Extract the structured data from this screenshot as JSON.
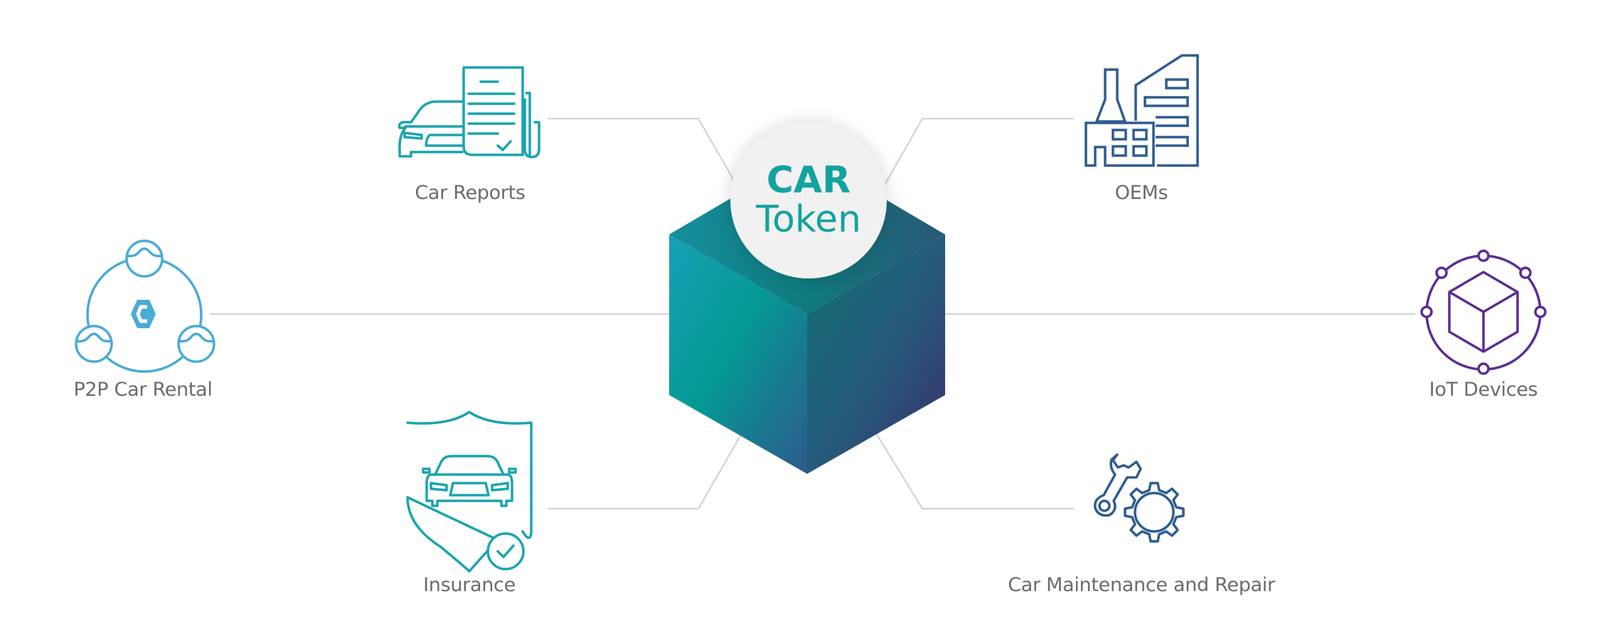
{
  "center": {
    "title_bold": "CAR",
    "title_regular": "Token",
    "text_color": "#13a39f",
    "circle_color": "#f1f1f1",
    "cube_colors": {
      "left_light": "#18a0b8",
      "mid_teal": "#049a93",
      "right_dark": "#3b2f6e",
      "bottom_blue": "#2d5a8e"
    }
  },
  "connector_color": "#d0d0d0",
  "label_color": "#6b6b6b",
  "nodes": [
    {
      "id": "car-reports",
      "label": "Car Reports",
      "icon": "car-document-icon",
      "color": "#1aa4ad"
    },
    {
      "id": "oems",
      "label": "OEMs",
      "icon": "factory-building-icon",
      "color": "#2e5c8f"
    },
    {
      "id": "p2p-car-rental",
      "label": "P2P Car Rental",
      "icon": "people-network-icon",
      "color": "#4aabd4"
    },
    {
      "id": "iot-devices",
      "label": "IoT Devices",
      "icon": "cube-network-icon",
      "color": "#5b2d91"
    },
    {
      "id": "insurance",
      "label": "Insurance",
      "icon": "car-shield-icon",
      "color": "#1aa4ad"
    },
    {
      "id": "car-maintenance",
      "label": "Car Maintenance and Repair",
      "icon": "wrench-gear-icon",
      "color": "#2e5c8f"
    }
  ]
}
